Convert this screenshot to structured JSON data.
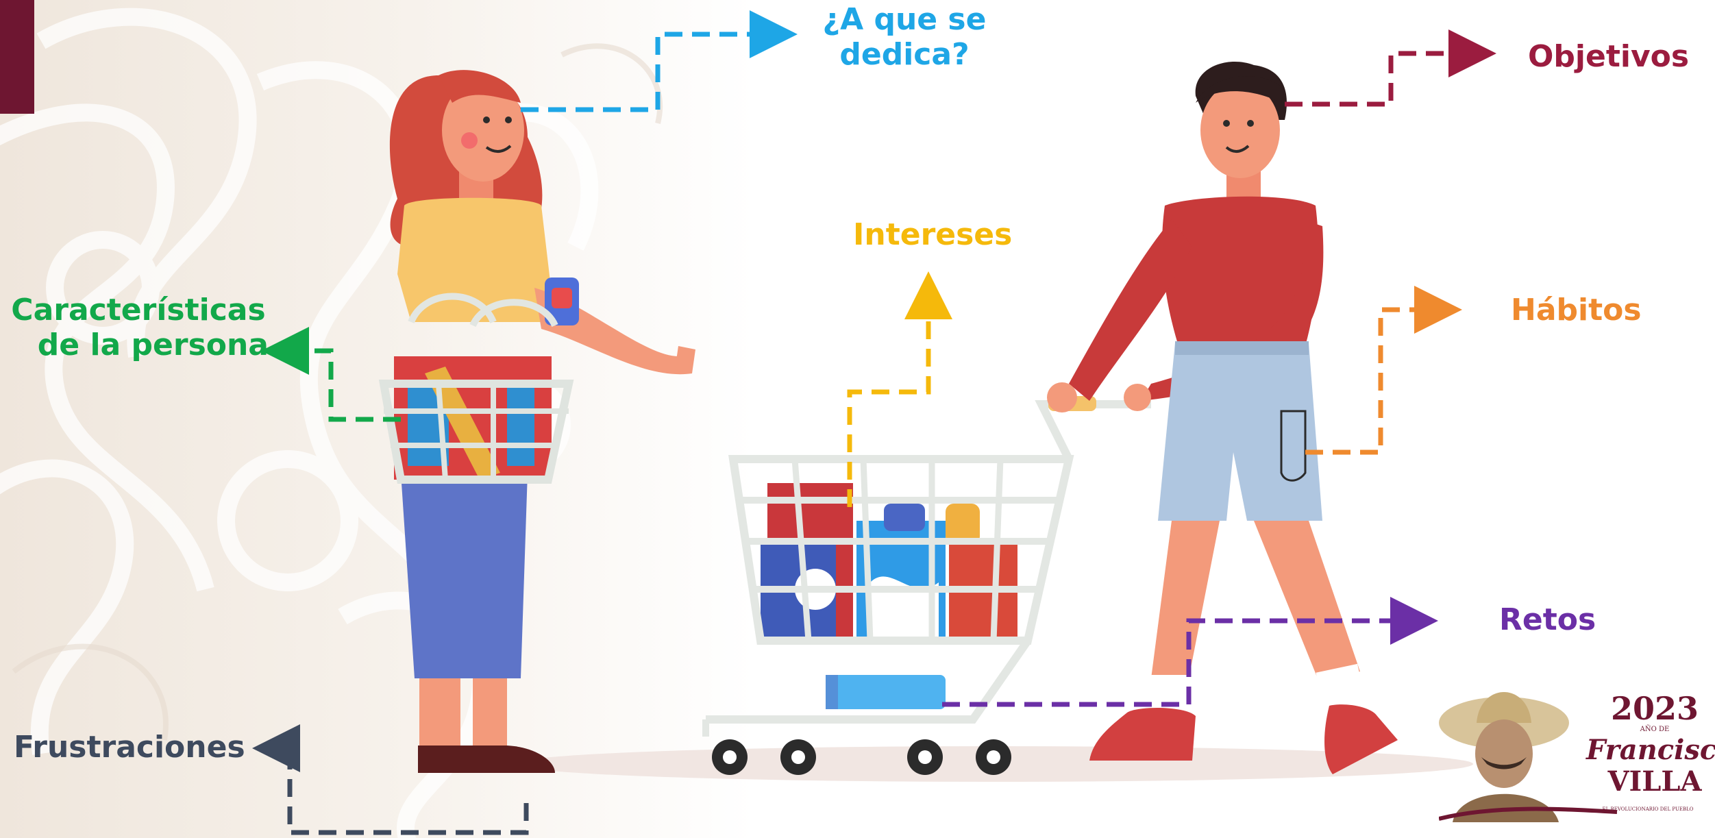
{
  "labels": {
    "ocupacion_line1": "¿A que se",
    "ocupacion_line2": "dedica?",
    "objetivos": "Objetivos",
    "intereses": "Intereses",
    "caracteristicas_line1": "Características",
    "caracteristicas_line2": "de la persona",
    "habitos": "Hábitos",
    "retos": "Retos",
    "frustraciones": "Frustraciones"
  },
  "logo": {
    "year": "2023",
    "ano_de": "AÑO DE",
    "name_line1": "Francisco",
    "name_line2": "VILLA",
    "tagline": "EL REVOLUCIONARIO DEL PUEBLO"
  },
  "colors": {
    "ocupacion": "#1EA6E6",
    "objetivos": "#9B1C3F",
    "intereses": "#F5B90B",
    "caracteristicas": "#12A84A",
    "habitos": "#EF8A2E",
    "retos": "#6B2FA6",
    "frustraciones": "#3E4A5E",
    "corner_accent": "#6E1631",
    "logo_text": "#6E1631"
  },
  "icons": {
    "woman": "woman-with-basket-illustration",
    "man": "man-with-cart-illustration",
    "cart": "shopping-cart-illustration",
    "emblem": "francisco-villa-portrait-emblem"
  }
}
